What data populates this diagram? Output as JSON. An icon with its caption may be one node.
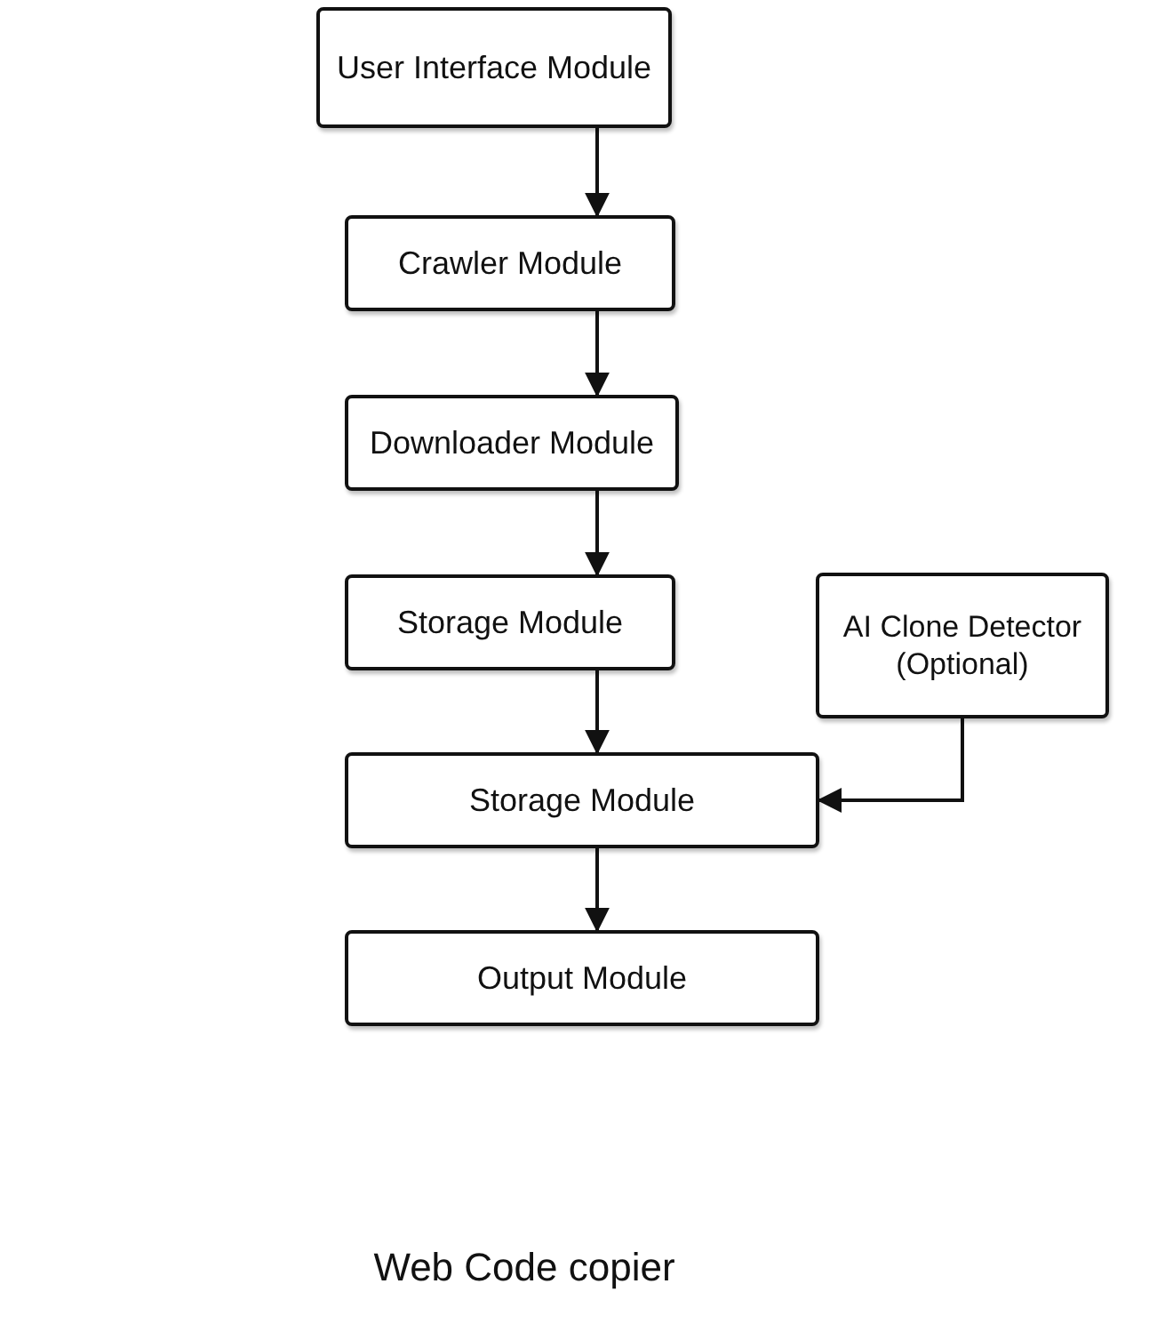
{
  "diagram": {
    "caption": "Web Code copier",
    "nodes": [
      {
        "text": [
          "User Interface Module"
        ]
      },
      {
        "text": [
          "Crawler Module"
        ]
      },
      {
        "text": [
          "Downloader Module"
        ]
      },
      {
        "text": [
          "Storage Module"
        ]
      },
      {
        "text": [
          "AI Clone Detector (Optional)"
        ]
      },
      {
        "text": [
          "Storage Module"
        ]
      },
      {
        "text": [
          "Output Module"
        ]
      }
    ],
    "edges": [
      {
        "from": 0,
        "to": 1,
        "arrow": "to"
      },
      {
        "from": 1,
        "to": 2,
        "arrow": "to"
      },
      {
        "from": 2,
        "to": 3,
        "arrow": "to"
      },
      {
        "from": 3,
        "to": 5,
        "arrow": "to"
      },
      {
        "from": 4,
        "to": 5,
        "arrow": "to"
      },
      {
        "from": 5,
        "to": 6,
        "arrow": "to"
      }
    ]
  }
}
